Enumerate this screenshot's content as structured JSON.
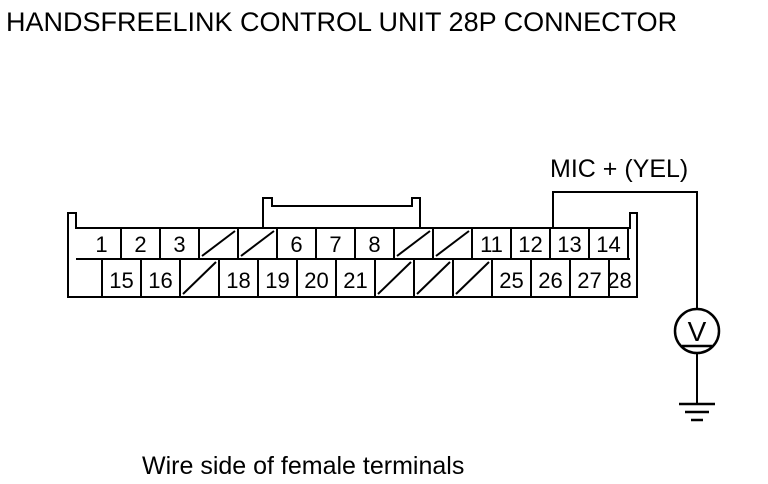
{
  "title": "HANDSFREELINK CONTROL UNIT 28P CONNECTOR",
  "connector": {
    "row1": [
      "1",
      "2",
      "3",
      "",
      "",
      "6",
      "7",
      "8",
      "",
      "",
      "11",
      "12",
      "13",
      "14",
      ""
    ],
    "row2": [
      "",
      "15",
      "16",
      "",
      "18",
      "19",
      "20",
      "21",
      "",
      "",
      "",
      "25",
      "26",
      "27",
      "28"
    ]
  },
  "probe_label": "MIC + (YEL)",
  "meter_symbol": "V",
  "caption": "Wire side of female terminals"
}
